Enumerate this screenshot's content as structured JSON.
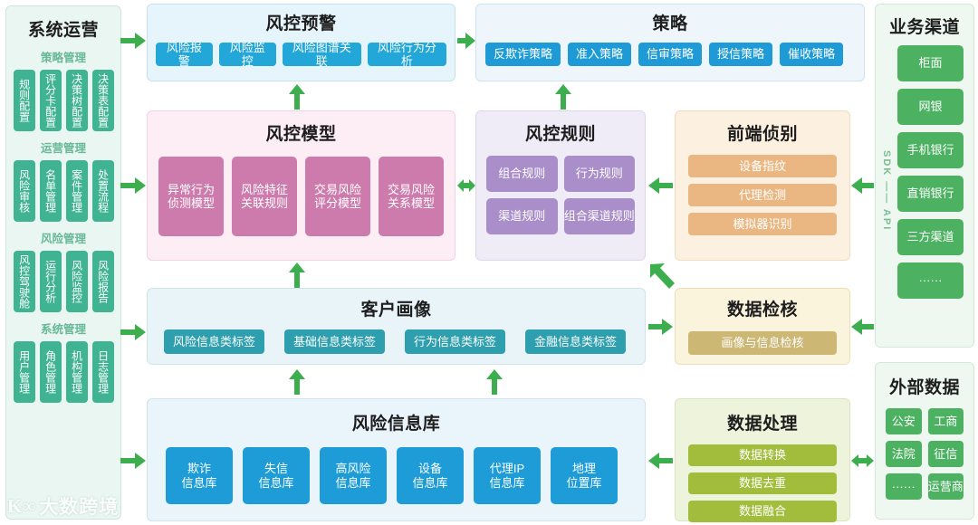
{
  "colors": {
    "green_arrow": "#3cae4e",
    "ops_chip": "#3fb392",
    "alert_chip": "#22a7d8",
    "strategy_chip": "#1e9bd7",
    "model_chip": "#cd7bac",
    "rule_chip": "#a98ec9",
    "frontend_chip": "#eab782",
    "profile_chip": "#2e9fae",
    "verify_chip": "#ccb775",
    "repo_chip": "#1d9cd8",
    "process_chip": "#a2bd3c",
    "channel_chip": "#4cb262"
  },
  "operations": {
    "title": "系统运营",
    "groups": [
      {
        "title": "策略管理",
        "items": [
          "规则配置",
          "评分卡配置",
          "决策树配置",
          "决策表配置"
        ]
      },
      {
        "title": "运营管理",
        "items": [
          "风险审核",
          "名单管理",
          "案件管理",
          "处置流程"
        ]
      },
      {
        "title": "风险管理",
        "items": [
          "风控驾驶舱",
          "运行分析",
          "风险监控",
          "风险报告"
        ]
      },
      {
        "title": "系统管理",
        "items": [
          "用户管理",
          "角色管理",
          "机构管理",
          "日志管理"
        ]
      }
    ]
  },
  "alert": {
    "title": "风控预警",
    "items": [
      "风险报警",
      "风险监控",
      "风险图谱关联",
      "风险行为分析"
    ]
  },
  "strategy": {
    "title": "策略",
    "items": [
      "反欺诈策略",
      "准入策略",
      "信审策略",
      "授信策略",
      "催收策略"
    ]
  },
  "model": {
    "title": "风控模型",
    "items": [
      {
        "line1": "异常行为",
        "line2": "侦测模型"
      },
      {
        "line1": "风险特征",
        "line2": "关联规则"
      },
      {
        "line1": "交易风险",
        "line2": "评分模型"
      },
      {
        "line1": "交易风险",
        "line2": "关系模型"
      }
    ]
  },
  "rules": {
    "title": "风控规则",
    "items": [
      "组合规则",
      "行为规则",
      "渠道规则",
      "组合渠道规则"
    ]
  },
  "frontend": {
    "title": "前端侦别",
    "items": [
      "设备指纹",
      "代理检测",
      "模拟器识别"
    ]
  },
  "profile": {
    "title": "客户画像",
    "items": [
      "风险信息类标签",
      "基础信息类标签",
      "行为信息类标签",
      "金融信息类标签"
    ]
  },
  "verify": {
    "title": "数据检核",
    "items": [
      "画像与信息检核"
    ]
  },
  "repository": {
    "title": "风险信息库",
    "items": [
      {
        "line1": "欺诈",
        "line2": "信息库"
      },
      {
        "line1": "失信",
        "line2": "信息库"
      },
      {
        "line1": "高风险",
        "line2": "信息库"
      },
      {
        "line1": "设备",
        "line2": "信息库"
      },
      {
        "line1": "代理IP",
        "line2": "信息库"
      },
      {
        "line1": "地理",
        "line2": "位置库"
      }
    ]
  },
  "processing": {
    "title": "数据处理",
    "items": [
      "数据转换",
      "数据去重",
      "数据融合"
    ]
  },
  "channels": {
    "title": "业务渠道",
    "connector": "SDK —— API",
    "items": [
      "柜面",
      "网银",
      "手机银行",
      "直销银行",
      "三方渠道",
      "······"
    ]
  },
  "external": {
    "title": "外部数据",
    "items": [
      "公安",
      "工商",
      "法院",
      "征信",
      "······",
      "运营商"
    ]
  },
  "watermark": {
    "logo": "K∞",
    "text": "大数跨境"
  }
}
